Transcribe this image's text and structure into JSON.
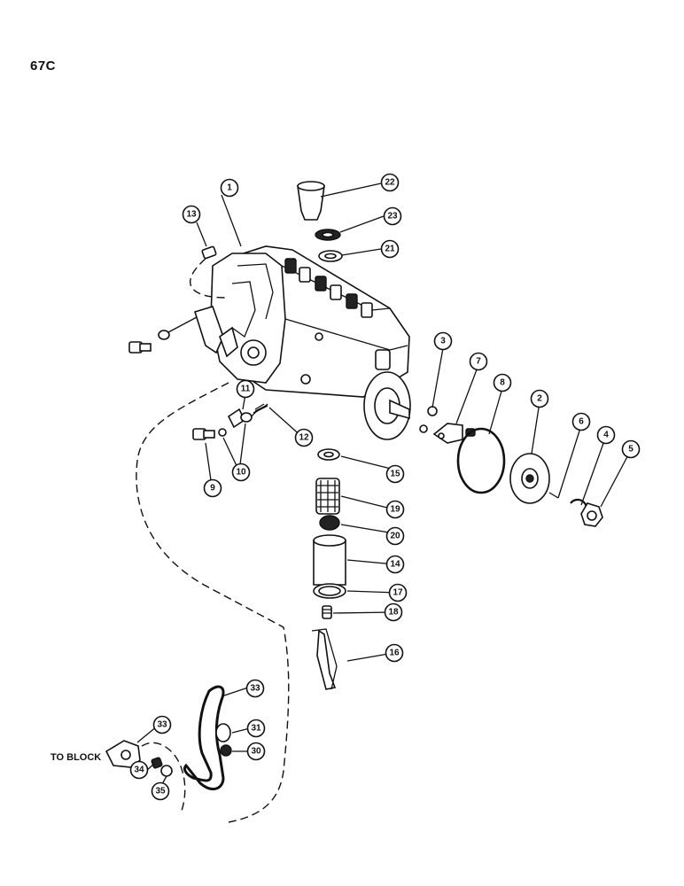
{
  "page_code": "67C",
  "destination_label": "TO BLOCK",
  "callouts": [
    {
      "id": "c1",
      "label": "1"
    },
    {
      "id": "c2",
      "label": "2"
    },
    {
      "id": "c3",
      "label": "3"
    },
    {
      "id": "c4",
      "label": "4"
    },
    {
      "id": "c5",
      "label": "5"
    },
    {
      "id": "c6",
      "label": "6"
    },
    {
      "id": "c7",
      "label": "7"
    },
    {
      "id": "c8",
      "label": "8"
    },
    {
      "id": "c9",
      "label": "9"
    },
    {
      "id": "c10",
      "label": "10"
    },
    {
      "id": "c11",
      "label": "11"
    },
    {
      "id": "c12",
      "label": "12"
    },
    {
      "id": "c13",
      "label": "13"
    },
    {
      "id": "c14",
      "label": "14"
    },
    {
      "id": "c15",
      "label": "15"
    },
    {
      "id": "c16",
      "label": "16"
    },
    {
      "id": "c17",
      "label": "17"
    },
    {
      "id": "c18",
      "label": "18"
    },
    {
      "id": "c19",
      "label": "19"
    },
    {
      "id": "c20",
      "label": "20"
    },
    {
      "id": "c21",
      "label": "21"
    },
    {
      "id": "c22",
      "label": "22"
    },
    {
      "id": "c23",
      "label": "23"
    },
    {
      "id": "c30",
      "label": "30"
    },
    {
      "id": "c31",
      "label": "31"
    },
    {
      "id": "c33a",
      "label": "33"
    },
    {
      "id": "c33b",
      "label": "33"
    },
    {
      "id": "c34",
      "label": "34"
    },
    {
      "id": "c35",
      "label": "35"
    }
  ]
}
